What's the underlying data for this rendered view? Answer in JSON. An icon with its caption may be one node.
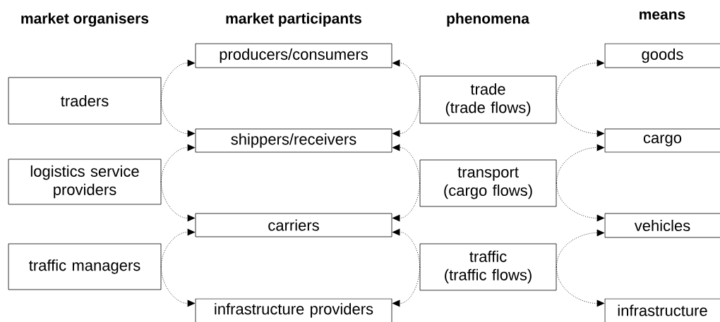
{
  "diagram": {
    "nodes": [
      {
        "text": [
          "traders"
        ]
      },
      {
        "text": [
          "logistics service providers"
        ]
      },
      {
        "text": [
          "traffic managers"
        ]
      },
      {
        "text": [
          "producers/consumers"
        ]
      },
      {
        "text": [
          "shippers/receivers"
        ]
      },
      {
        "text": [
          "carriers"
        ]
      },
      {
        "text": [
          "infrastructure providers"
        ]
      },
      {
        "text": [
          "trade",
          "(trade flows)"
        ]
      },
      {
        "text": [
          "transport",
          "(cargo flows)"
        ]
      },
      {
        "text": [
          "traffic",
          "(traffic flows)"
        ]
      },
      {
        "text": [
          "goods"
        ]
      },
      {
        "text": [
          "cargo"
        ]
      },
      {
        "text": [
          "vehicles"
        ]
      },
      {
        "text": [
          "infrastructure"
        ]
      }
    ],
    "edges": [
      {
        "from": 0,
        "to": 3,
        "arrow": "to"
      },
      {
        "from": 0,
        "to": 4,
        "arrow": "to"
      },
      {
        "from": 1,
        "to": 4,
        "arrow": "to"
      },
      {
        "from": 1,
        "to": 5,
        "arrow": "to"
      },
      {
        "from": 2,
        "to": 5,
        "arrow": "to"
      },
      {
        "from": 2,
        "to": 6,
        "arrow": "to"
      },
      {
        "from": 7,
        "to": 3,
        "arrow": "to"
      },
      {
        "from": 7,
        "to": 4,
        "arrow": "to"
      },
      {
        "from": 8,
        "to": 4,
        "arrow": "to"
      },
      {
        "from": 8,
        "to": 5,
        "arrow": "to"
      },
      {
        "from": 9,
        "to": 5,
        "arrow": "to"
      },
      {
        "from": 9,
        "to": 6,
        "arrow": "to"
      },
      {
        "from": 7,
        "to": 10,
        "arrow": "to"
      },
      {
        "from": 7,
        "to": 11,
        "arrow": "to"
      },
      {
        "from": 8,
        "to": 11,
        "arrow": "to"
      },
      {
        "from": 8,
        "to": 12,
        "arrow": "to"
      },
      {
        "from": 9,
        "to": 12,
        "arrow": "to"
      },
      {
        "from": 9,
        "to": 13,
        "arrow": "to"
      }
    ],
    "labels": [
      "market organisers",
      "market participants",
      "phenomena",
      "means"
    ]
  }
}
